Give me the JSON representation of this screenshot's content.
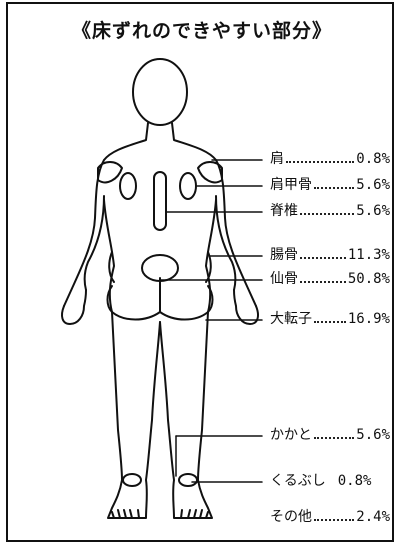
{
  "title": "《床ずれのできやすい部分》",
  "labels": [
    {
      "name": "肩",
      "value": "0.8%"
    },
    {
      "name": "肩甲骨",
      "value": "5.6%"
    },
    {
      "name": "脊椎",
      "value": "5.6%"
    },
    {
      "name": "腸骨",
      "value": "11.3%"
    },
    {
      "name": "仙骨",
      "value": "50.8%"
    },
    {
      "name": "大転子",
      "value": "16.9%"
    },
    {
      "name": "かかと",
      "value": "5.6%"
    },
    {
      "name": "くるぶし",
      "value": "0.8%"
    },
    {
      "name": "その他",
      "value": "2.4%"
    }
  ]
}
